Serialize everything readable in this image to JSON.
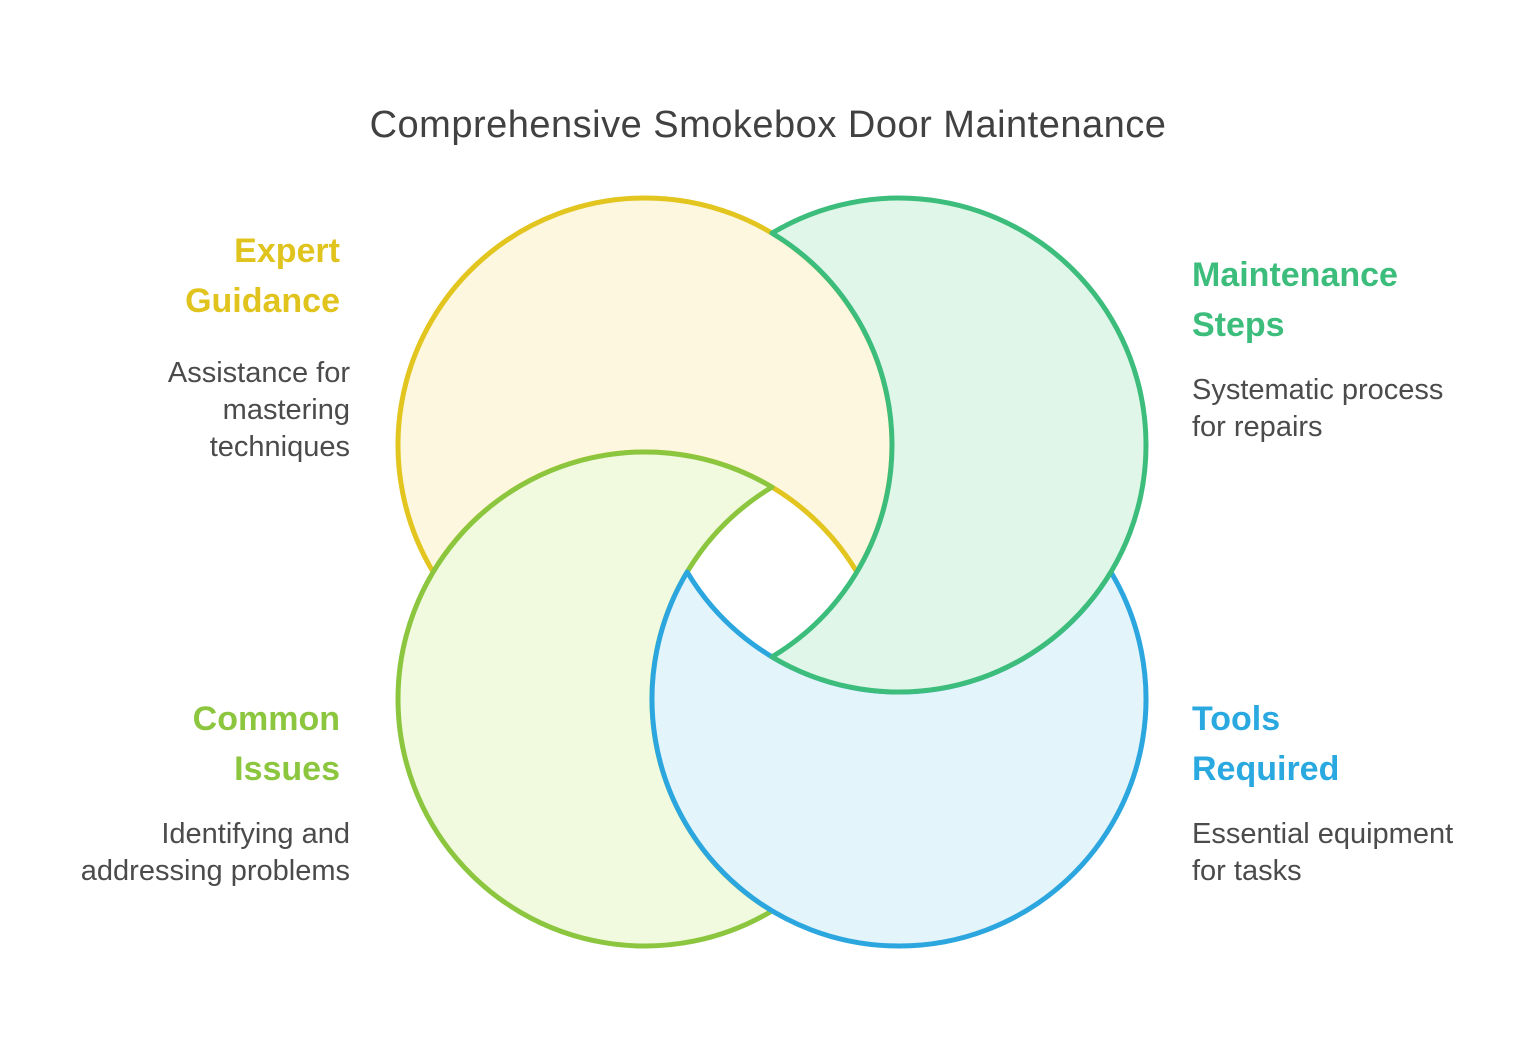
{
  "title": "Comprehensive Smokebox Door Maintenance",
  "title_color": "#414141",
  "body_text_color": "#4B4B4B",
  "diagram": {
    "type": "overlapping-circles-pinwheel",
    "center_hole": true,
    "segments": [
      {
        "id": "expert-guidance",
        "position": "top-left",
        "label": "Expert Guidance",
        "label_lines": [
          "Expert",
          "Guidance"
        ],
        "description": "Assistance for mastering techniques",
        "desc_lines": [
          "Assistance for",
          "mastering",
          "techniques"
        ],
        "heading_color": "#E0C41D",
        "fill": "#FCF7DE",
        "stroke": "#E2C51F"
      },
      {
        "id": "maintenance-steps",
        "position": "top-right",
        "label": "Maintenance Steps",
        "label_lines": [
          "Maintenance",
          "Steps"
        ],
        "description": "Systematic process for repairs",
        "desc_lines": [
          "Systematic process",
          "for repairs"
        ],
        "heading_color": "#3CBD7C",
        "fill": "#DFF6E9",
        "stroke": "#3CBD7C"
      },
      {
        "id": "common-issues",
        "position": "bottom-left",
        "label": "Common Issues",
        "label_lines": [
          "Common",
          "Issues"
        ],
        "description": "Identifying and addressing problems",
        "desc_lines": [
          "Identifying and",
          "addressing problems"
        ],
        "heading_color": "#8CC63F",
        "fill": "#F1FADF",
        "stroke": "#8CC63F"
      },
      {
        "id": "tools-required",
        "position": "bottom-right",
        "label": "Tools Required",
        "label_lines": [
          "Tools",
          "Required"
        ],
        "description": "Essential equipment for tasks",
        "desc_lines": [
          "Essential equipment",
          "for tasks"
        ],
        "heading_color": "#29A9E0",
        "fill": "#E4F4FB",
        "stroke": "#2CA6DE"
      }
    ]
  }
}
